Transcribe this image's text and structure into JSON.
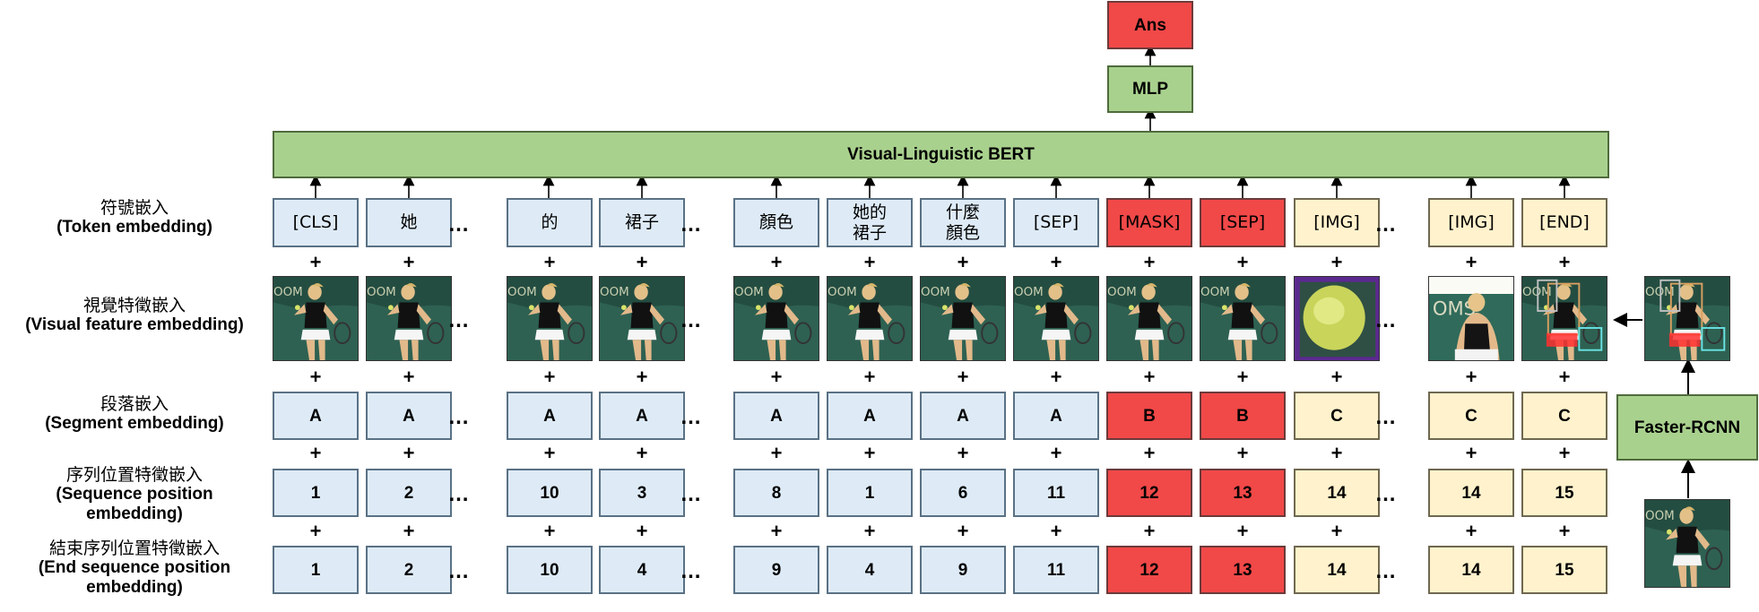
{
  "top": {
    "ans_label": "Ans",
    "mlp_label": "MLP",
    "bert_label": "Visual-Linguistic BERT"
  },
  "row_labels": {
    "token": {
      "zh": "符號嵌入",
      "en": "(Token embedding)"
    },
    "visual": {
      "zh": "視覺特徵嵌入",
      "en": "(Visual feature embedding)"
    },
    "segment": {
      "zh": "段落嵌入",
      "en": "(Segment embedding)"
    },
    "sequence": {
      "zh": "序列位置特徵嵌入",
      "en_line1": "(Sequence position",
      "en_line2": "embedding)"
    },
    "end_sequence": {
      "zh": "結束序列位置特徵嵌入",
      "en_line1": "(End sequence position",
      "en_line2": "embedding)"
    }
  },
  "columns": [
    {
      "token": "[CLS]",
      "segment": "A",
      "sequence": "1",
      "end": "1",
      "style": "blue"
    },
    {
      "token": "她",
      "segment": "A",
      "sequence": "2",
      "end": "2",
      "style": "blue"
    },
    {
      "token": "的",
      "segment": "A",
      "sequence": "10",
      "end": "10",
      "style": "blue"
    },
    {
      "token": "裙子",
      "segment": "A",
      "sequence": "3",
      "end": "4",
      "style": "blue"
    },
    {
      "token": "顏色",
      "segment": "A",
      "sequence": "8",
      "end": "9",
      "style": "blue"
    },
    {
      "token": "她的\n裙子",
      "segment": "A",
      "sequence": "1",
      "end": "4",
      "style": "blue"
    },
    {
      "token": "什麼\n顏色",
      "segment": "A",
      "sequence": "6",
      "end": "9",
      "style": "blue"
    },
    {
      "token": "[SEP]",
      "segment": "A",
      "sequence": "11",
      "end": "11",
      "style": "blue"
    },
    {
      "token": "[MASK]",
      "segment": "B",
      "sequence": "12",
      "end": "12",
      "style": "red"
    },
    {
      "token": "[SEP]",
      "segment": "B",
      "sequence": "13",
      "end": "13",
      "style": "red"
    },
    {
      "token": "[IMG]",
      "segment": "C",
      "sequence": "14",
      "end": "14",
      "style": "cream"
    },
    {
      "token": "[IMG]",
      "segment": "C",
      "sequence": "14",
      "end": "14",
      "style": "cream"
    },
    {
      "token": "[END]",
      "segment": "C",
      "sequence": "15",
      "end": "15",
      "style": "cream"
    }
  ],
  "ellipsis": "…",
  "plus": "+",
  "detector_label": "Faster-RCNN"
}
